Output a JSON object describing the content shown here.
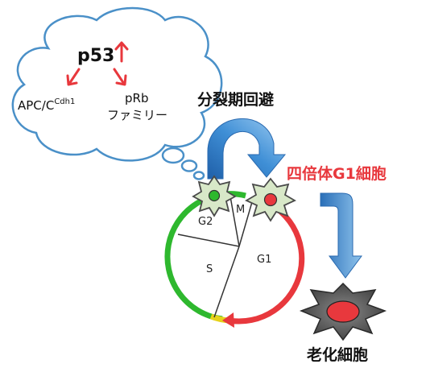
{
  "cloud": {
    "p53": "p53",
    "apc_main": "APC/C",
    "apc_super": "Cdh1",
    "prb_line1": "pRb",
    "prb_line2": "ファミリー"
  },
  "labels": {
    "mitotic_skip": "分裂期回避",
    "tetraploid_g1": "四倍体G1細胞",
    "senescent": "老化細胞"
  },
  "phases": {
    "g2": "G2",
    "m": "M",
    "s": "S",
    "g1": "G1"
  },
  "colors": {
    "accent_red": "#e8383d",
    "cell_green": "#2eb82e",
    "arrow_blue": "#2f7fc9",
    "cell_fill": "#d8e8c8",
    "senescent_fill": "#4a4a4a"
  }
}
